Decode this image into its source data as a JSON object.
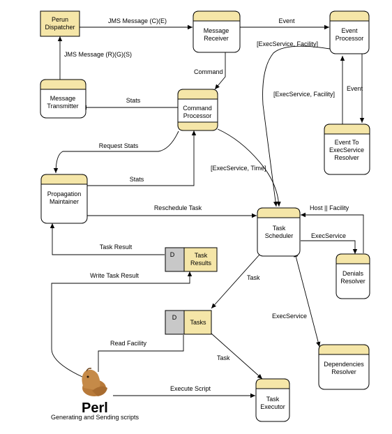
{
  "nodes": {
    "perun_dispatcher": [
      "Perun",
      "Dispatcher"
    ],
    "message_receiver": [
      "Message",
      "Receiver"
    ],
    "event_processor": [
      "Event",
      "Processor"
    ],
    "message_transmitter": [
      "Message",
      "Transmitter"
    ],
    "command_processor": [
      "Command",
      "Processor"
    ],
    "event_to_execservice_resolver": [
      "Event To",
      "ExecService",
      "Resolver"
    ],
    "propagation_maintainer": [
      "Propagation",
      "Maintainer"
    ],
    "task_scheduler": [
      "Task",
      "Scheduler"
    ],
    "denials_resolver": [
      "Denials",
      "Resolver"
    ],
    "dependencies_resolver": [
      "Dependencies",
      "Resolver"
    ],
    "task_executor": [
      "Task",
      "Executor"
    ]
  },
  "stores": {
    "task_results": {
      "marker": "D",
      "lines": [
        "Task",
        "Results"
      ]
    },
    "tasks": {
      "marker": "D",
      "lines": [
        "Tasks"
      ]
    }
  },
  "perl": {
    "word": "Perl",
    "caption": "Generating and Sending scripts"
  },
  "edges": {
    "jms_message_ce": "JMS Message (C)(E)",
    "event_top": "Event",
    "jms_message_rgs": "JMS Message (R)(G)(S)",
    "command": "Command",
    "stats_top": "Stats",
    "execservice_facility_1": "[ExecService, Facility]",
    "execservice_facility_2": "[ExecService, Facility]",
    "event_right": "Event",
    "request_stats": "Request Stats",
    "execservice_time": "[ExecService, Time]",
    "stats_bottom": "Stats",
    "reschedule_task": "Reschedule Task",
    "host_facility": "Host || Facility",
    "execservice_denials": "ExecService",
    "task_result": "Task Result",
    "write_task_result": "Write Task Result",
    "task_to_tasks": "Task",
    "execservice_dependencies": "ExecService",
    "read_facility": "Read Facility",
    "task_to_executor": "Task",
    "execute_script": "Execute Script"
  }
}
